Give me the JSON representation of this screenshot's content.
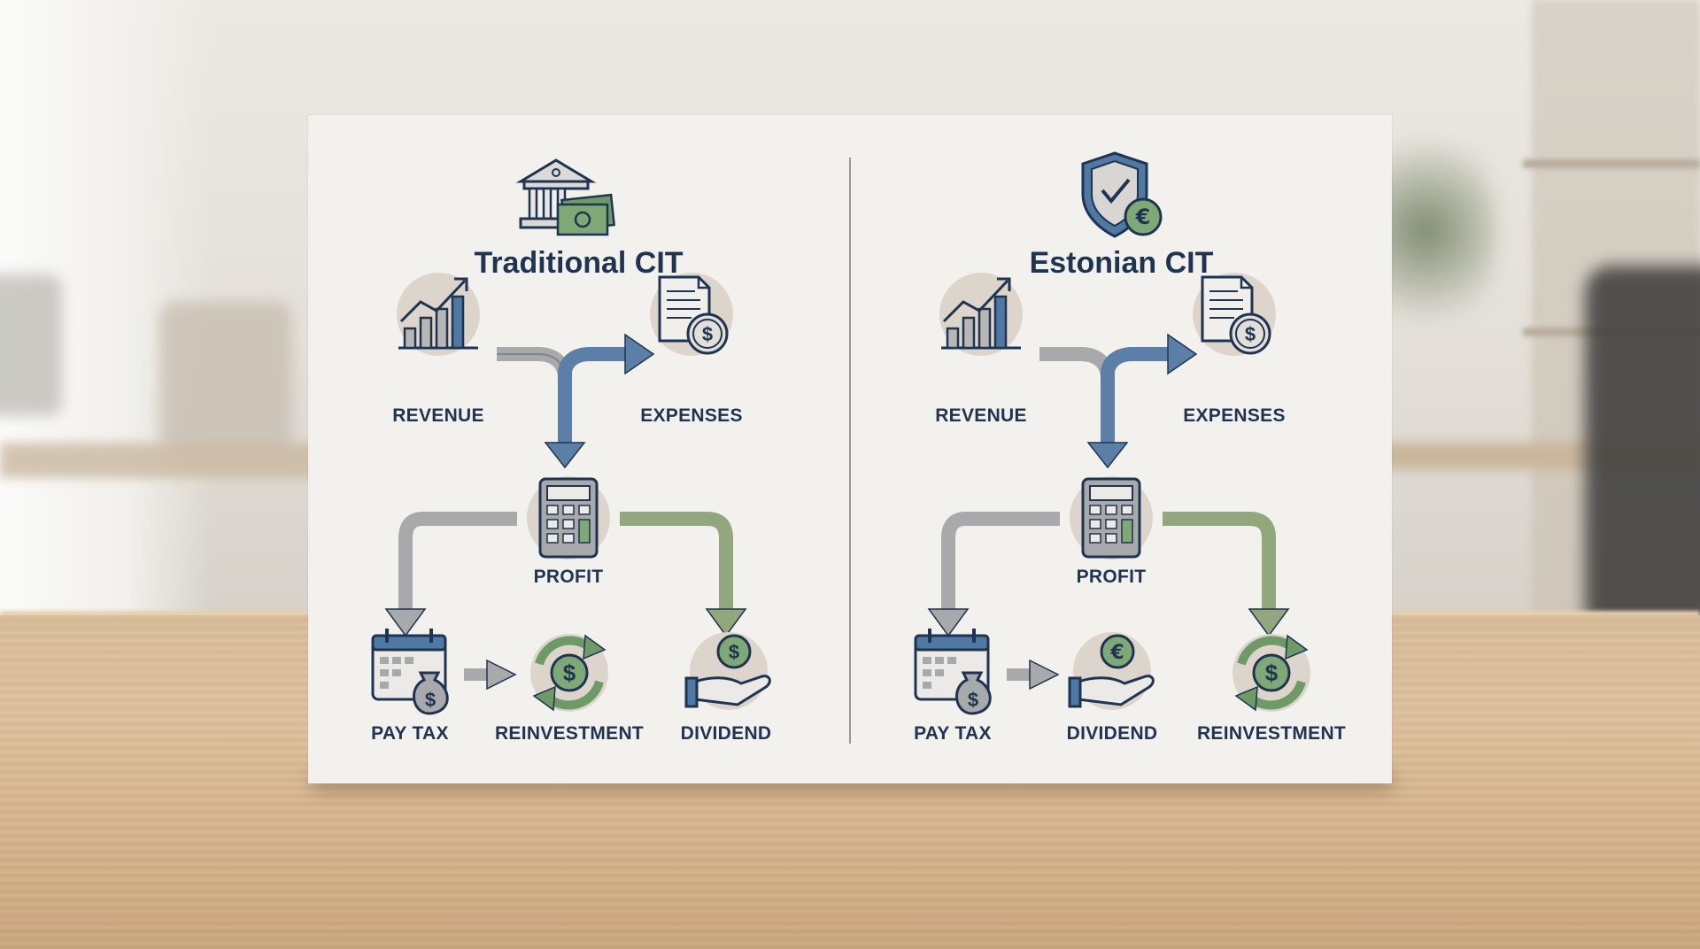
{
  "panels": [
    {
      "title": "Traditional CIT",
      "header_icon": "bank-with-cash-icon",
      "nodes": {
        "revenue": "REVENUE",
        "expenses": "EXPENSES",
        "profit": "PROFIT",
        "bottom_1": "PAY TAX",
        "bottom_2": "REINVESTMENT",
        "bottom_3": "DIVIDEND"
      }
    },
    {
      "title": "Estonian CIT",
      "header_icon": "shield-euro-icon",
      "nodes": {
        "revenue": "REVENUE",
        "expenses": "EXPENSES",
        "profit": "PROFIT",
        "bottom_1": "PAY TAX",
        "bottom_2": "DIVIDEND",
        "bottom_3": "REINVESTMENT"
      }
    }
  ],
  "colors": {
    "navy": "#1f3450",
    "blue_arrow": "#5b7fa6",
    "gray_arrow": "#a7a9ab",
    "green_arrow": "#93a77e",
    "icon_bg": "#ddd5cb",
    "green_icon": "#5f8b5e"
  }
}
